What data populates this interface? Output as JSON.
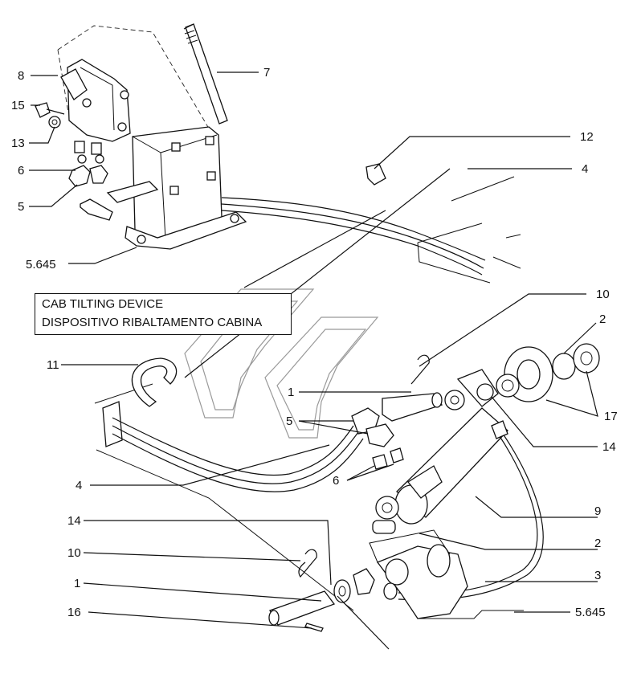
{
  "title": {
    "line1": "CAB TILTING DEVICE",
    "line2": "DISPOSITIVO RIBALTAMENTO CABINA"
  },
  "callouts": [
    {
      "id": "c8",
      "label": "8"
    },
    {
      "id": "c15",
      "label": "15"
    },
    {
      "id": "c13",
      "label": "13"
    },
    {
      "id": "c6a",
      "label": "6"
    },
    {
      "id": "c5a",
      "label": "5"
    },
    {
      "id": "c5645a",
      "label": "5.645"
    },
    {
      "id": "c7",
      "label": "7"
    },
    {
      "id": "c12",
      "label": "12"
    },
    {
      "id": "c4a",
      "label": "4"
    },
    {
      "id": "c10a",
      "label": "10"
    },
    {
      "id": "c2a",
      "label": "2"
    },
    {
      "id": "c11",
      "label": "11"
    },
    {
      "id": "c1a",
      "label": "1"
    },
    {
      "id": "c5b",
      "label": "5"
    },
    {
      "id": "c17",
      "label": "17"
    },
    {
      "id": "c14a",
      "label": "14"
    },
    {
      "id": "c6b",
      "label": "6"
    },
    {
      "id": "c4b",
      "label": "4"
    },
    {
      "id": "c9",
      "label": "9"
    },
    {
      "id": "c14b",
      "label": "14"
    },
    {
      "id": "c2b",
      "label": "2"
    },
    {
      "id": "c10b",
      "label": "10"
    },
    {
      "id": "c3",
      "label": "3"
    },
    {
      "id": "c1b",
      "label": "1"
    },
    {
      "id": "c16",
      "label": "16"
    },
    {
      "id": "c5645b",
      "label": "5.645"
    }
  ]
}
